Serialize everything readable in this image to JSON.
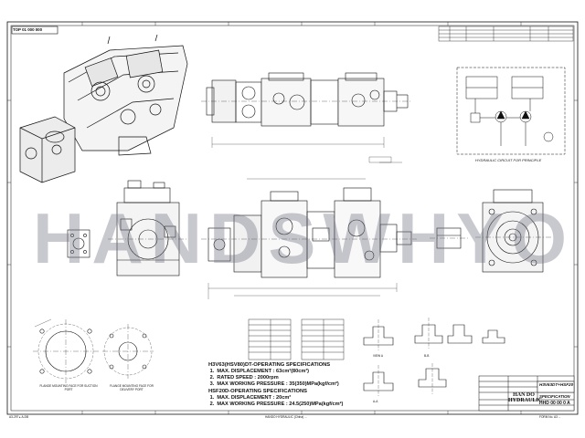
{
  "watermark": "HANDSWHYO",
  "drawing": {
    "top_left_number": "TOP 01 000 000",
    "spec_a": {
      "title": "H3V63(HSV80)DT-OPERATING SPECIFICATIONS",
      "items": [
        {
          "n": "1.",
          "text": "MAX. DISPLACEMENT : 63cm³(80cm³)"
        },
        {
          "n": "2.",
          "text": "RATED SPEED : 2000rpm"
        },
        {
          "n": "3.",
          "text": "MAX WORKING PRESSURE : 35(350)MPa(kgf/cm²)"
        }
      ]
    },
    "spec_b": {
      "title": "HSF20D-OPERATING SPECIFICATIONS",
      "items": [
        {
          "n": "1.",
          "text": "MAX. DISPLACEMENT : 20cm³"
        },
        {
          "n": "2.",
          "text": "MAX WORKING PRESSURE : 24.5(250)MPa(kgf/cm²)"
        }
      ]
    },
    "labels": {
      "hydraulic_circuit": "HYDRAULIC CIRCUIT FOR PRINCIPLE",
      "flange_front": "FLANGE MOUNTING FACE FOR SUCTION PORT",
      "flange_rear": "FLANGE MOUNTING FACE FOR DELIVERY PORT",
      "view_a": "VIEW A",
      "section_b": "B-B",
      "section_a": "A-A"
    },
    "title_block": {
      "model": "H3V63DT+HSF20",
      "sheet_title": "SPECIFICATION",
      "company_line1": "HAN DO",
      "company_line2": "HYDRAULIC",
      "drawing_no": "HHD 00 00 0 A"
    },
    "footer": {
      "left": "A3-297 ▸ A-DB",
      "center": "HANDO HYDRAULIC (China) ...",
      "right": "FORM No. A3 ..."
    }
  }
}
